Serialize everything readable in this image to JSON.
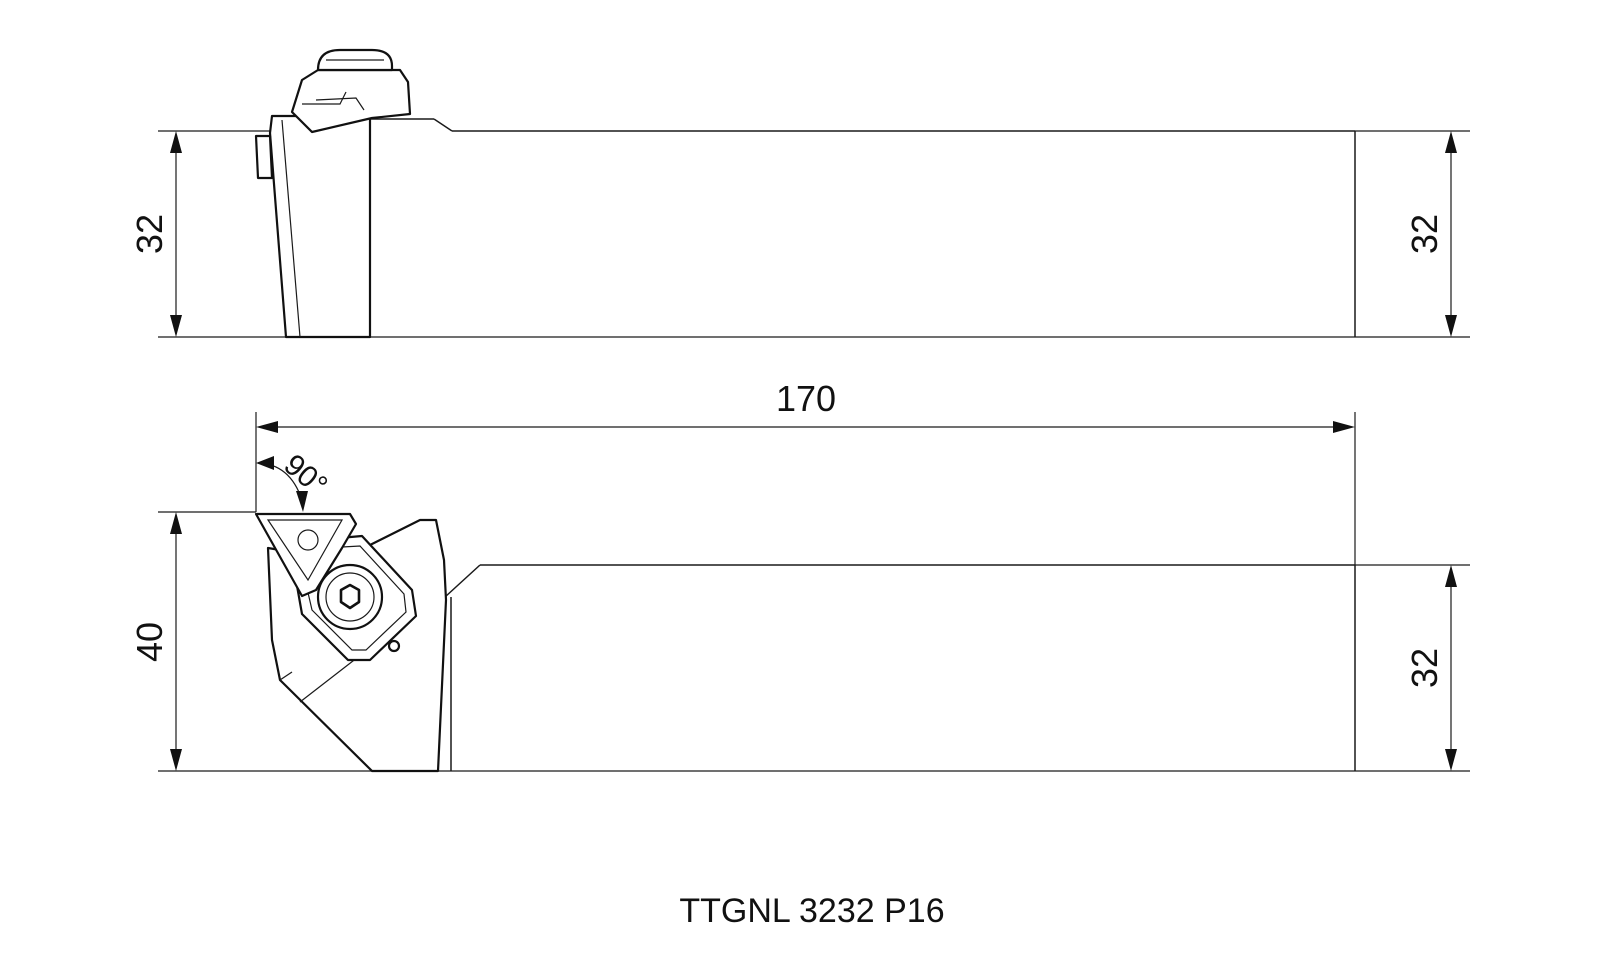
{
  "title": "TTGNL 3232 P16",
  "dimensions": {
    "side_height_left": "32",
    "side_height_right": "32",
    "overall_length": "170",
    "top_height_left": "40",
    "top_height_right": "32",
    "approach_angle": "90°"
  }
}
